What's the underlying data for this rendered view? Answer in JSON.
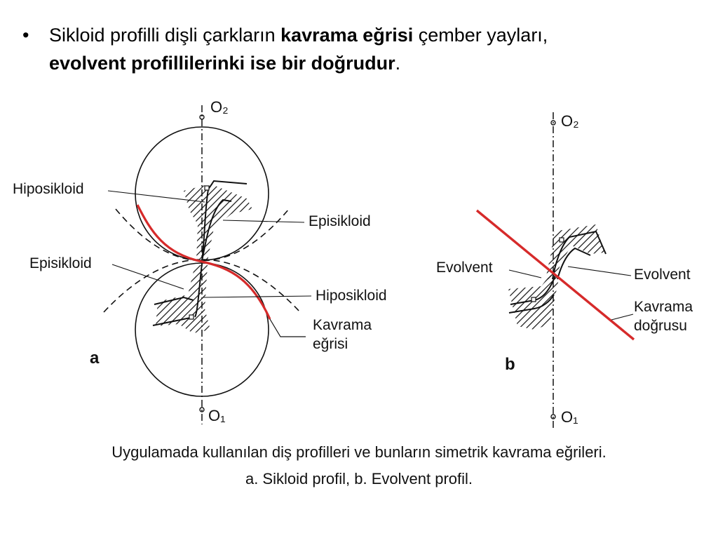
{
  "bullet": {
    "marker": "•",
    "part1": "Sikloid profilli dişli çarkların ",
    "bold1": "kavrama eğrisi",
    "part2": " çember yayları,",
    "bold2": "evolvent profillilerinki ise bir doğrudur",
    "end": "."
  },
  "figure_a": {
    "letter": "a",
    "top_center": "O₂",
    "bottom_center": "O₁",
    "labels": {
      "hiposikloid_top": "Hiposikloid",
      "episikloid_right": "Episikloid",
      "episikloid_left": "Episikloid",
      "hiposikloid_right": "Hiposikloid",
      "kavrama_line1": "Kavrama",
      "kavrama_line2": "eğrisi"
    }
  },
  "figure_b": {
    "letter": "b",
    "top_center": "O₂",
    "bottom_center": "O₁",
    "labels": {
      "evolvent_left": "Evolvent",
      "evolvent_right": "Evolvent",
      "kavrama_line1": "Kavrama",
      "kavrama_line2": "doğrusu"
    }
  },
  "caption": {
    "line1": "Uygulamada kullanılan diş profilleri ve bunların simetrik kavrama eğrileri.",
    "line2": "a. Sikloid profil, b. Evolvent profil."
  },
  "colors": {
    "curve_red": "#d62a2a",
    "ink": "#111111"
  }
}
